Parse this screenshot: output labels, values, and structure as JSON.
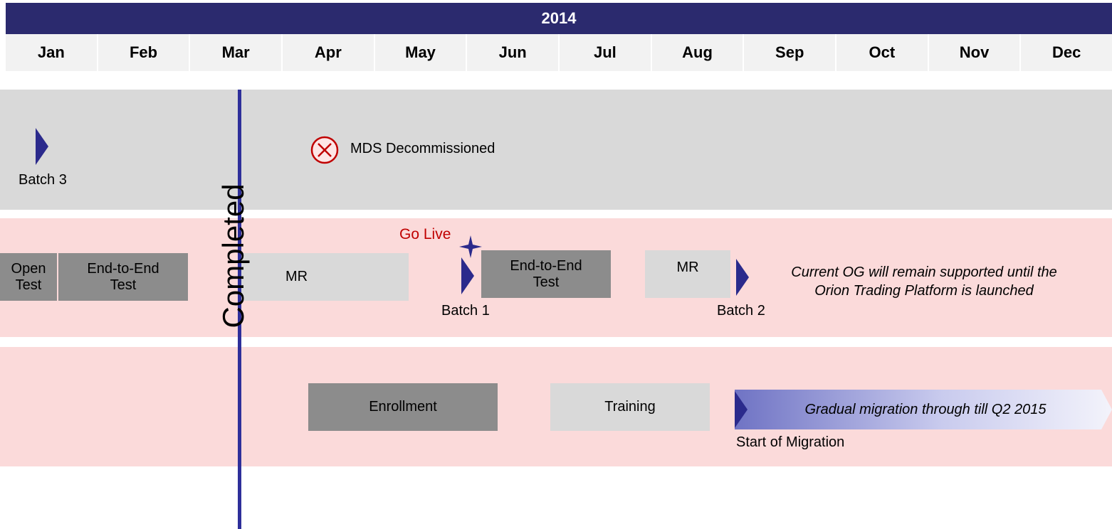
{
  "header": {
    "year": "2014",
    "months": [
      "Jan",
      "Feb",
      "Mar",
      "Apr",
      "May",
      "Jun",
      "Jul",
      "Aug",
      "Sep",
      "Oct",
      "Nov",
      "Dec"
    ]
  },
  "lane1": {
    "batch3_label": "Batch 3",
    "mds_label": "MDS Decommissioned"
  },
  "lane2": {
    "open_test": "Open Test",
    "end_to_end_test_1": "End-to-End Test",
    "mr_1": "MR",
    "go_live": "Go Live",
    "batch1_label": "Batch 1",
    "end_to_end_test_2": "End-to-End Test",
    "mr_2": "MR",
    "batch2_label": "Batch 2",
    "note": "Current OG will remain supported until the Orion Trading Platform is launched"
  },
  "lane3": {
    "enrollment": "Enrollment",
    "training": "Training",
    "migration_arrow": "Gradual migration through till Q2 2015",
    "start_migration_label": "Start of Migration"
  },
  "divider_label": "Completed",
  "colors": {
    "navy": "#2b2a6e",
    "marker": "#2b2a8c",
    "go_live_red": "#c00000",
    "lane_grey": "#d9d9d9",
    "lane_pink": "#fbdada"
  }
}
